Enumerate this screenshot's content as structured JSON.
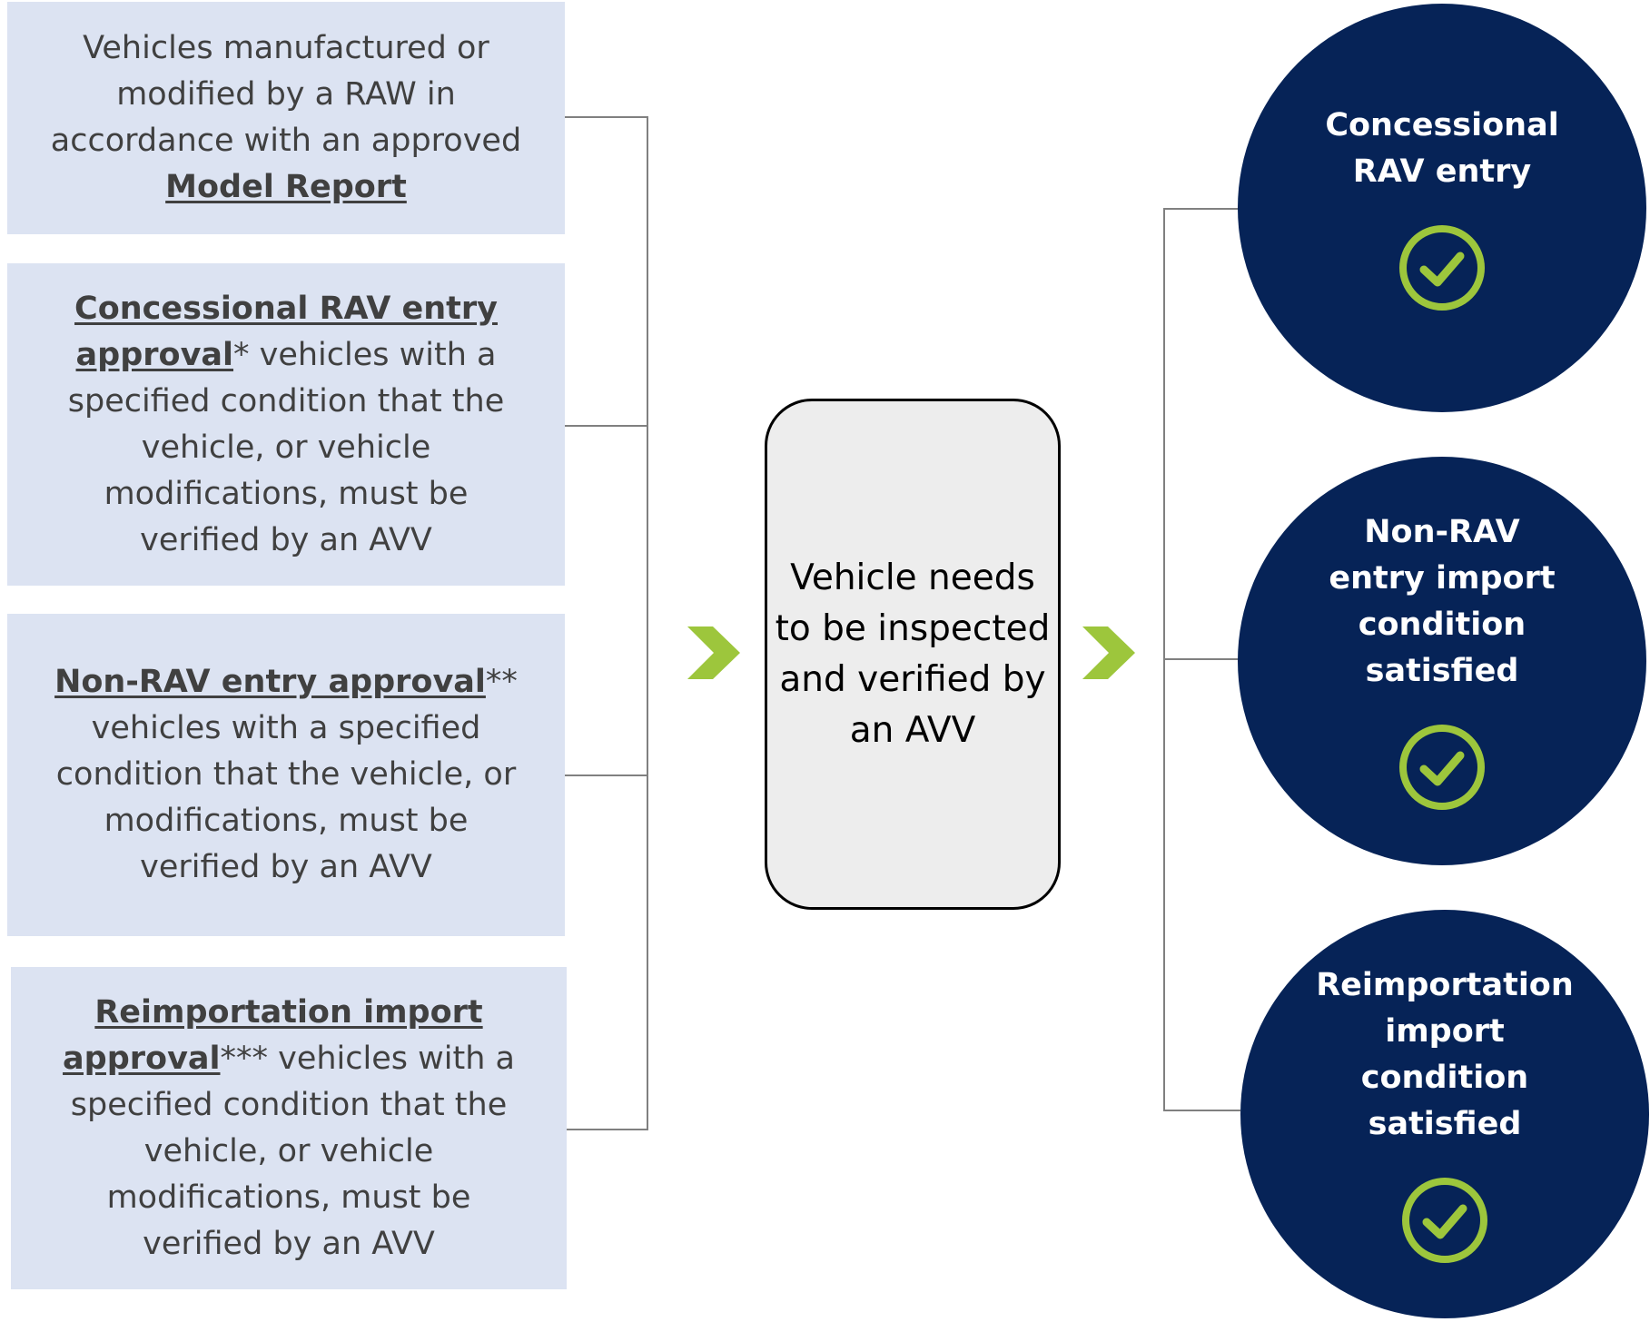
{
  "sources": [
    {
      "pre": "Vehicles manufactured or modified by a RAW in accordance with an approved ",
      "link": "Model Report",
      "post": ""
    },
    {
      "pre": "",
      "link": "Concessional RAV entry approval",
      "post": "* vehicles with a specified condition that the vehicle, or vehicle modifications, must be verified by an AVV"
    },
    {
      "pre": "",
      "link": "Non-RAV entry approval",
      "post": "** vehicles with a specified condition that the vehicle, or modifications, must be verified by an AVV"
    },
    {
      "pre": "",
      "link": "Reimportation import approval",
      "post": "*** vehicles with a specified condition that the vehicle, or vehicle modifications, must be verified by an AVV"
    }
  ],
  "center": {
    "text": "Vehicle needs to be inspected and verified by an AVV"
  },
  "outcomes": [
    {
      "label": "Concessional\nRAV entry",
      "icon": "check-circle-icon"
    },
    {
      "label": "Non-RAV\nentry import\ncondition\nsatisfied",
      "icon": "check-circle-icon"
    },
    {
      "label": "Reimportation\nimport\ncondition\nsatisfied",
      "icon": "check-circle-icon"
    }
  ],
  "colors": {
    "box_fill": "#dce3f2",
    "circle_fill": "#062357",
    "accent_green": "#9dc63c",
    "connector": "#808080"
  }
}
